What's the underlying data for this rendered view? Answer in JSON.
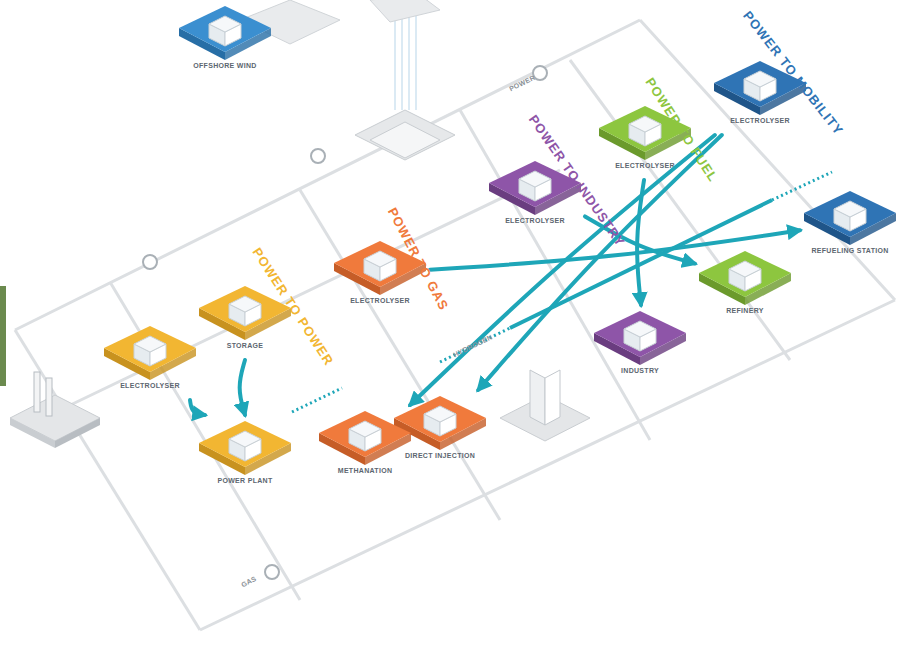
{
  "diagram": {
    "nodes": [
      {
        "text": [
          "OFFSHORE WIND"
        ]
      },
      {
        "text": [
          "ELECTROLYSER"
        ]
      },
      {
        "text": [
          "ELECTROLYSER"
        ]
      },
      {
        "text": [
          "ELECTROLYSER"
        ]
      },
      {
        "text": [
          "ELECTROLYSER"
        ]
      },
      {
        "text": [
          "REFUELING STATION"
        ]
      },
      {
        "text": [
          "REFINERY"
        ]
      },
      {
        "text": [
          "ELECTROLYSER"
        ]
      },
      {
        "text": [
          "STORAGE"
        ]
      },
      {
        "text": [
          "INDUSTRY"
        ]
      },
      {
        "text": [
          "DIRECT INJECTION"
        ]
      },
      {
        "text": [
          "METHANATION"
        ]
      },
      {
        "text": [
          "POWER PLANT"
        ]
      }
    ],
    "edges": [
      {
        "from": 4,
        "to": 5,
        "arrow": "to"
      },
      {
        "from": 3,
        "to": 6,
        "arrow": "to"
      },
      {
        "from": 2,
        "to": 9,
        "arrow": "to"
      },
      {
        "from": 1,
        "to": 11,
        "arrow": "to"
      },
      {
        "from": 1,
        "to": 10,
        "arrow": "to"
      },
      {
        "from": 8,
        "to": 12,
        "arrow": "to"
      },
      {
        "from": 7,
        "to": 12,
        "arrow": "to"
      }
    ],
    "labels": [
      "POWER TO MOBILITY",
      "POWER TO FUEL",
      "POWER TO INDUSTRY",
      "POWER TO GAS",
      "POWER TO POWER",
      "POWER",
      "HYDROGEN",
      "GAS"
    ]
  }
}
